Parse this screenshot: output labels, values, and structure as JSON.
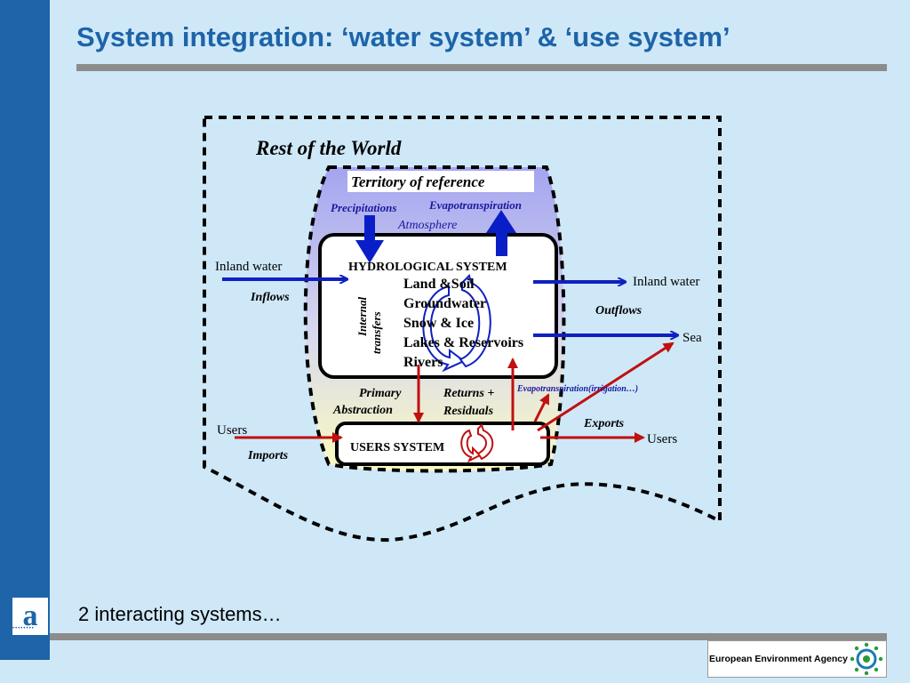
{
  "slide": {
    "title": "System integration: ‘water system’ & ‘use system’",
    "caption": "2 interacting systems…",
    "footer_org": "European Environment Agency",
    "logo_letter": "a",
    "logo_dots": "••••••••"
  },
  "diagram": {
    "rest_of_world": "Rest of the World",
    "territory": "Territory of reference",
    "precipitations": "Precipitations",
    "evapotranspiration": "Evapotranspiration",
    "atmosphere": "Atmosphere",
    "hydro_title": "HYDROLOGICAL SYSTEM",
    "hydro_items": [
      "Land &Soil",
      "Groundwater",
      "Snow & Ice",
      "Lakes & Reservoirs",
      "Rivers"
    ],
    "internal_transfers_1": "Internal",
    "internal_transfers_2": "transfers",
    "inland_water_in": "Inland water",
    "inflows": "Inflows",
    "inland_water_out": "Inland water",
    "outflows": "Outflows",
    "sea": "Sea",
    "primary_1": "Primary",
    "primary_2": "Abstraction",
    "returns_1": "Returns +",
    "returns_2": "Residuals",
    "evapo_irrigation": "Evapotranspiration(irrigation…)",
    "exports": "Exports",
    "users_in": "Users",
    "imports": "Imports",
    "users_out": "Users",
    "users_system": "USERS SYSTEM"
  }
}
